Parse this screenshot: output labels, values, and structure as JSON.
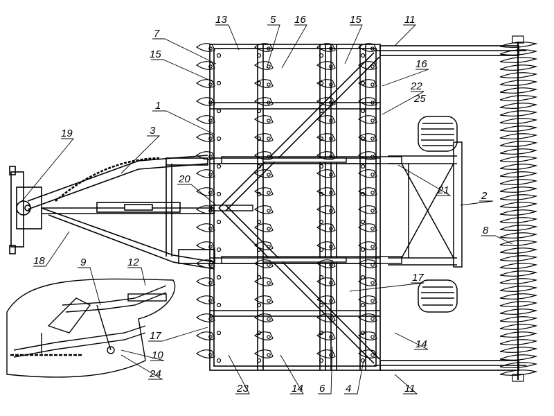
{
  "callouts": [
    {
      "id": "c-13",
      "text": "13"
    },
    {
      "id": "c-5",
      "text": "5"
    },
    {
      "id": "c-16-top",
      "text": "16"
    },
    {
      "id": "c-15-top",
      "text": "15"
    },
    {
      "id": "c-11-top",
      "text": "11"
    },
    {
      "id": "c-7",
      "text": "7"
    },
    {
      "id": "c-15-left",
      "text": "15"
    },
    {
      "id": "c-16-right",
      "text": "16"
    },
    {
      "id": "c-22",
      "text": "22"
    },
    {
      "id": "c-25",
      "text": "25"
    },
    {
      "id": "c-1",
      "text": "1"
    },
    {
      "id": "c-19",
      "text": "19"
    },
    {
      "id": "c-3",
      "text": "3"
    },
    {
      "id": "c-20",
      "text": "20"
    },
    {
      "id": "c-21",
      "text": "21"
    },
    {
      "id": "c-2",
      "text": "2"
    },
    {
      "id": "c-8",
      "text": "8"
    },
    {
      "id": "c-18",
      "text": "18"
    },
    {
      "id": "c-9",
      "text": "9"
    },
    {
      "id": "c-12",
      "text": "12"
    },
    {
      "id": "c-17-right",
      "text": "17"
    },
    {
      "id": "c-17-left",
      "text": "17"
    },
    {
      "id": "c-14-right",
      "text": "14"
    },
    {
      "id": "c-10",
      "text": "10"
    },
    {
      "id": "c-24",
      "text": "24"
    },
    {
      "id": "c-23",
      "text": "23"
    },
    {
      "id": "c-14-bottom",
      "text": "14"
    },
    {
      "id": "c-6",
      "text": "6"
    },
    {
      "id": "c-4",
      "text": "4"
    },
    {
      "id": "c-11-bottom",
      "text": "11"
    }
  ]
}
